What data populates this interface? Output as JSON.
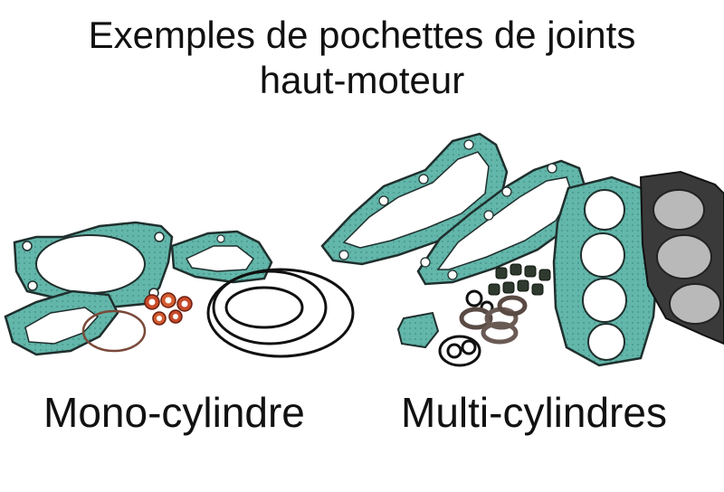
{
  "title": {
    "line1": "Exemples de pochettes de joints",
    "line2": "haut-moteur"
  },
  "labels": {
    "mono": "Mono-cylindre",
    "multi": "Multi-cylindres"
  },
  "colors": {
    "gasket_teal": "#5fb3a8",
    "gasket_outline": "#1f2f2d",
    "gasket_dark": "#3a3a3a",
    "gasket_steel": "#b9b9b9",
    "copper": "#c84a2a",
    "oring": "#111111"
  }
}
